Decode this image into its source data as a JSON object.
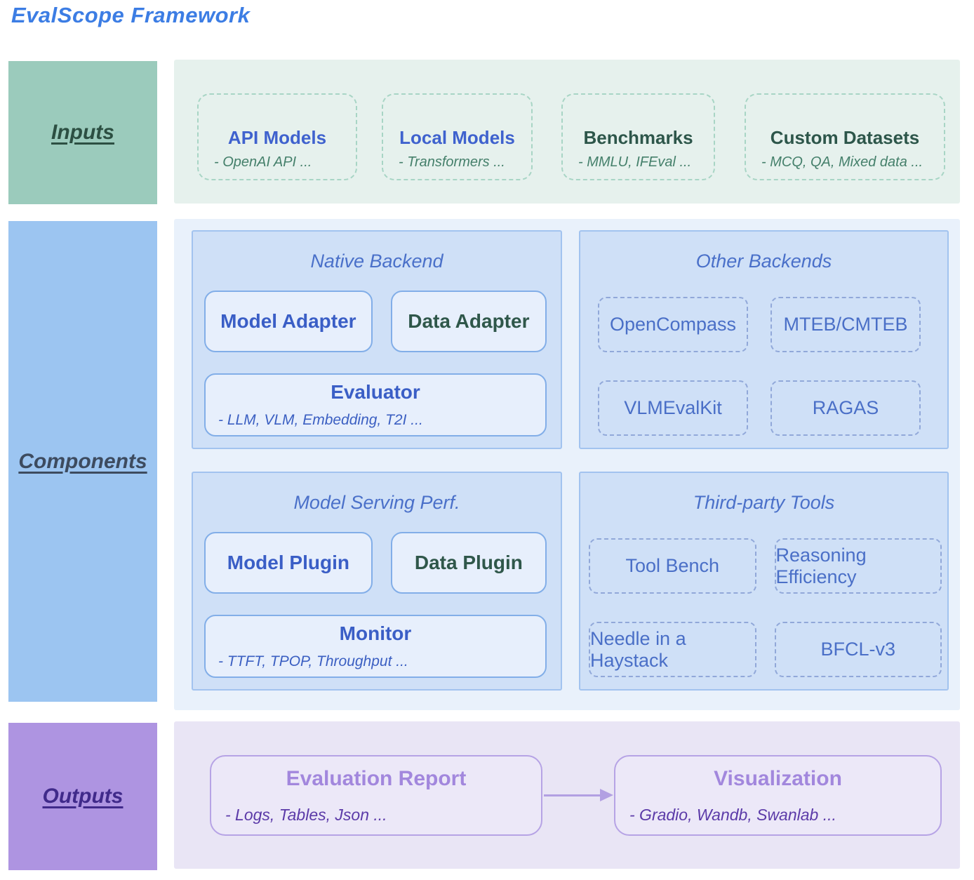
{
  "title": "EvalScope Framework",
  "colors": {
    "title_blue": "#3c7de4",
    "inputs_accent": "#9bcbbc",
    "components_accent": "#9cc5f1",
    "outputs_accent": "#ae94e1",
    "component_blue_text": "#3a5ec6",
    "component_green_text": "#2f574a",
    "output_purple_text": "#a287dd"
  },
  "inputs": {
    "label": "Inputs",
    "cards": [
      {
        "title": "API Models",
        "subtitle": "- OpenAI API ..."
      },
      {
        "title": "Local Models",
        "subtitle": "- Transformers ..."
      },
      {
        "title": "Benchmarks",
        "subtitle": "- MMLU, IFEval ..."
      },
      {
        "title": "Custom Datasets",
        "subtitle": "- MCQ, QA, Mixed data ..."
      }
    ]
  },
  "components": {
    "label": "Components",
    "native_backend": {
      "title": "Native Backend",
      "box1": "Model Adapter",
      "box2": "Data Adapter",
      "wide_box": "Evaluator",
      "wide_sub": "- LLM, VLM, Embedding, T2I ..."
    },
    "other_backends": {
      "title": "Other Backends",
      "items": [
        "OpenCompass",
        "MTEB/CMTEB",
        "VLMEvalKit",
        "RAGAS"
      ]
    },
    "model_serving": {
      "title": "Model Serving Perf.",
      "box1": "Model Plugin",
      "box2": "Data Plugin",
      "wide_box": "Monitor",
      "wide_sub": "- TTFT, TPOP, Throughput ..."
    },
    "third_party": {
      "title": "Third-party Tools",
      "items": [
        "Tool Bench",
        "Reasoning Efficiency",
        "Needle in a Haystack",
        "BFCL-v3"
      ]
    }
  },
  "outputs": {
    "label": "Outputs",
    "report": {
      "title": "Evaluation Report",
      "subtitle": "- Logs, Tables, Json ..."
    },
    "visualization": {
      "title": "Visualization",
      "subtitle": "- Gradio, Wandb, Swanlab ..."
    }
  }
}
